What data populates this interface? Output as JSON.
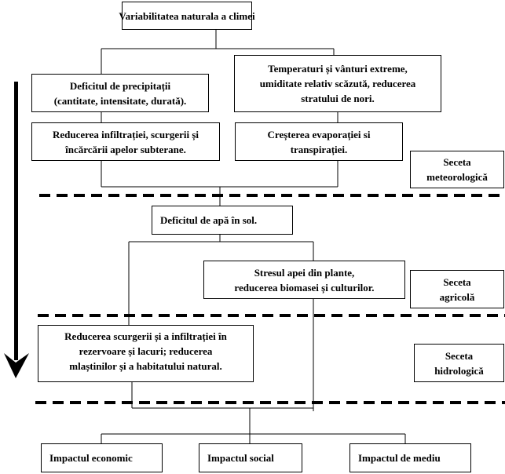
{
  "nodes": {
    "top": {
      "lines": [
        "Variabilitatea naturala a climei"
      ]
    },
    "precip": {
      "lines": [
        "Deficitul de precipitații",
        "(cantitate, intensitate, durată)."
      ]
    },
    "temp": {
      "lines": [
        "Temperaturi și vânturi extreme,",
        "umiditate relativ scăzută, reducerea",
        "stratului de nori."
      ]
    },
    "infil": {
      "lines": [
        "Reducerea infiltrației, scurgerii și",
        "încărcării apelor subterane."
      ]
    },
    "evap": {
      "lines": [
        "Creșterea evaporației si",
        "transpirației."
      ]
    },
    "soil": {
      "lines": [
        "Deficitul de apă în sol."
      ]
    },
    "stress": {
      "lines": [
        "Stresul apei din plante,",
        "reducerea biomasei și culturilor."
      ]
    },
    "hydro": {
      "lines": [
        "Reducerea scurgerii și a infiltrației în",
        "rezervoare și lacuri; reducerea",
        "mlaștinilor  și a habitatului natural."
      ]
    },
    "econ": {
      "lines": [
        "Impactul economic"
      ]
    },
    "social": {
      "lines": [
        "Impactul social"
      ]
    },
    "env": {
      "lines": [
        "Impactul de mediu"
      ]
    }
  },
  "labels": {
    "meteo": [
      "Seceta",
      "meteorologică"
    ],
    "agri": [
      "Seceta",
      "agricolă"
    ],
    "hidro": [
      "Seceta",
      "hidrologică"
    ]
  }
}
